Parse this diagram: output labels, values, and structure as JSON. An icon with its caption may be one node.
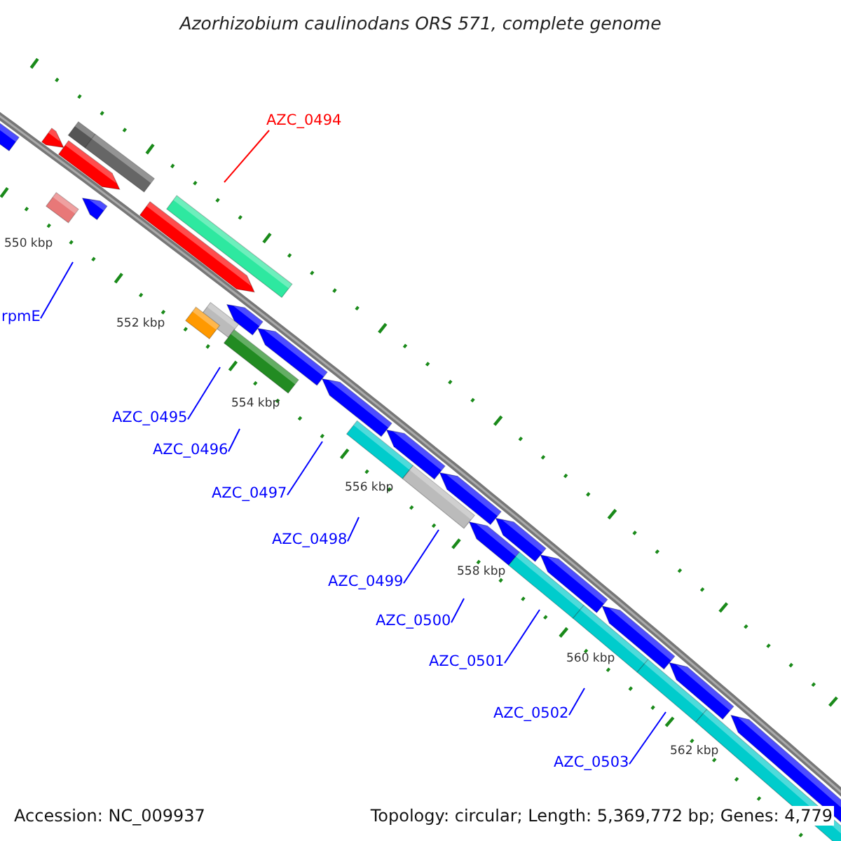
{
  "diagram": {
    "title": "Azorhizobium caulinodans ORS 571, complete genome",
    "nodes": [
      {
        "text": [
          "AZC_0494"
        ]
      },
      {
        "text": [
          "rpmE"
        ]
      },
      {
        "text": [
          "AZC_0495"
        ]
      },
      {
        "text": [
          "AZC_0496"
        ]
      },
      {
        "text": [
          "AZC_0497"
        ]
      },
      {
        "text": [
          "AZC_0498"
        ]
      },
      {
        "text": [
          "AZC_0499"
        ]
      },
      {
        "text": [
          "AZC_0500"
        ]
      },
      {
        "text": [
          "AZC_0501"
        ]
      },
      {
        "text": [
          "AZC_0502"
        ]
      },
      {
        "text": [
          "AZC_0503"
        ]
      }
    ],
    "edges": [
      {
        "from": 0,
        "to": null,
        "arrow": "none",
        "color": "#ff0000"
      },
      {
        "from": 1,
        "to": null,
        "arrow": "none"
      },
      {
        "from": 2,
        "to": null,
        "arrow": "none"
      },
      {
        "from": 3,
        "to": null,
        "arrow": "none"
      },
      {
        "from": 4,
        "to": null,
        "arrow": "none"
      },
      {
        "from": 5,
        "to": null,
        "arrow": "none"
      },
      {
        "from": 6,
        "to": null,
        "arrow": "none"
      },
      {
        "from": 7,
        "to": null,
        "arrow": "none"
      },
      {
        "from": 8,
        "to": null,
        "arrow": "none"
      },
      {
        "from": 9,
        "to": null,
        "arrow": "none"
      },
      {
        "from": 10,
        "to": null,
        "arrow": "none"
      }
    ],
    "labels": [
      "550 kbp",
      "552 kbp",
      "554 kbp",
      "556 kbp",
      "558 kbp",
      "560 kbp",
      "562 kbp",
      "Accession: NC_009937",
      "Topology: circular; Length: 5,369,772 bp; Genes: 4,779"
    ]
  }
}
